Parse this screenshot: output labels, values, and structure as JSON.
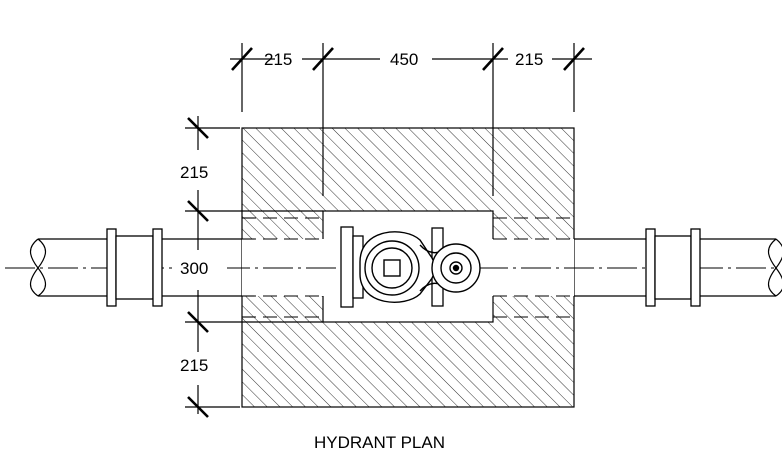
{
  "title": "HYDRANT PLAN",
  "dimensions": {
    "top_left": "215",
    "top_center": "450",
    "top_right": "215",
    "left_upper": "215",
    "left_middle": "300",
    "left_lower": "215"
  },
  "colors": {
    "line": "#000000",
    "background": "#ffffff"
  }
}
